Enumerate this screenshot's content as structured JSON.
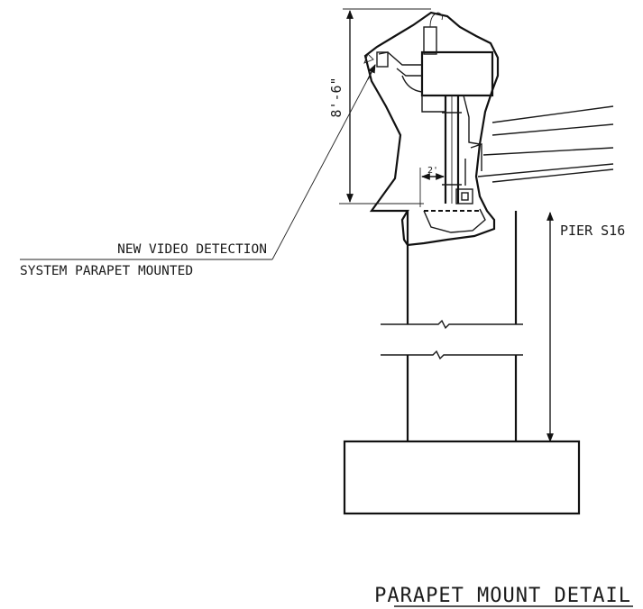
{
  "drawing": {
    "title": "PARAPET MOUNT DETAIL",
    "callout": {
      "line1": "NEW VIDEO DETECTION",
      "line2": "SYSTEM PARAPET MOUNTED"
    },
    "dimensions": {
      "height": "8'-6\"",
      "offset": "2'"
    },
    "pier_label": "PIER S16"
  }
}
